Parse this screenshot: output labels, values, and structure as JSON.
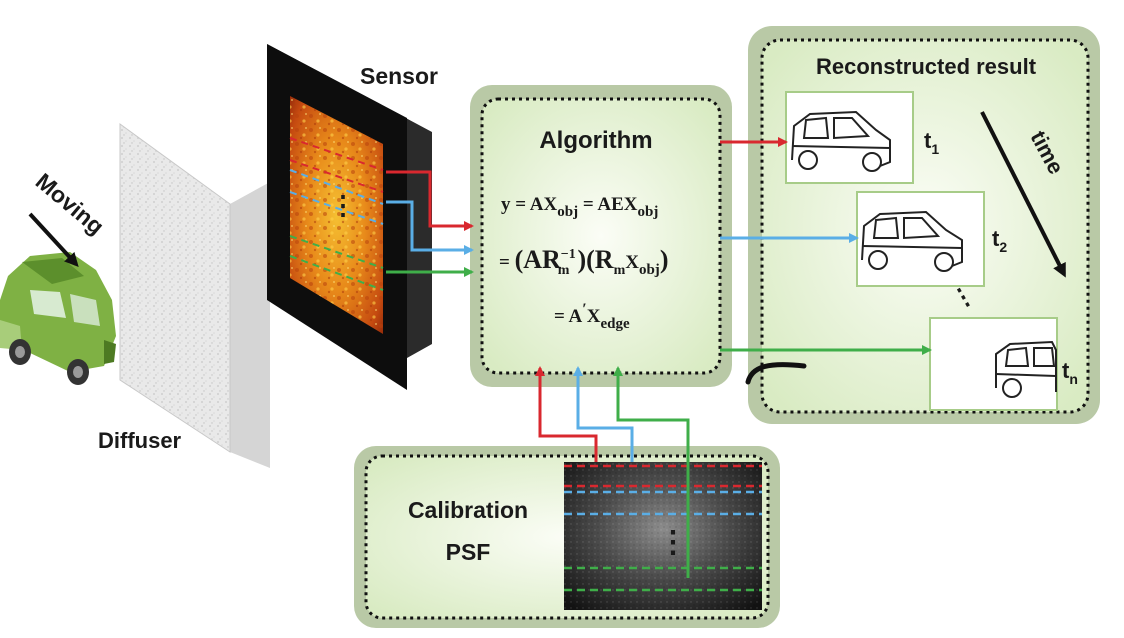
{
  "labels": {
    "moving": "Moving",
    "diffuser": "Diffuser",
    "sensor": "Sensor",
    "algorithm": "Algorithm",
    "reconstructed": "Reconstructed result",
    "time": "time",
    "calibration": "Calibration",
    "psf": "PSF"
  },
  "equations": {
    "line1": {
      "y": "y = AX",
      "obj1": "obj",
      "eq": " = AEX",
      "obj2": "obj"
    },
    "line2": {
      "eq": "= ",
      "a": "(AR",
      "m": "m",
      "inv": "−1",
      "close": ")",
      "r": "(R",
      "m2": "m",
      "x": "X",
      "obj": "obj",
      "close2": ")"
    },
    "line3": {
      "eq": "= A",
      "prime": "′",
      "x": "X",
      "edge": "edge"
    }
  },
  "time_labels": [
    {
      "t": "t",
      "sub": "1"
    },
    {
      "t": "t",
      "sub": "2"
    },
    {
      "t": "t",
      "sub": "n"
    }
  ],
  "ellipsis": "⋮",
  "colors": {
    "red": "#d9282f",
    "blue": "#5aaee6",
    "green": "#3fae49",
    "panel_fill": "#e4f0d2",
    "panel_frame": "#b9c9a6"
  }
}
